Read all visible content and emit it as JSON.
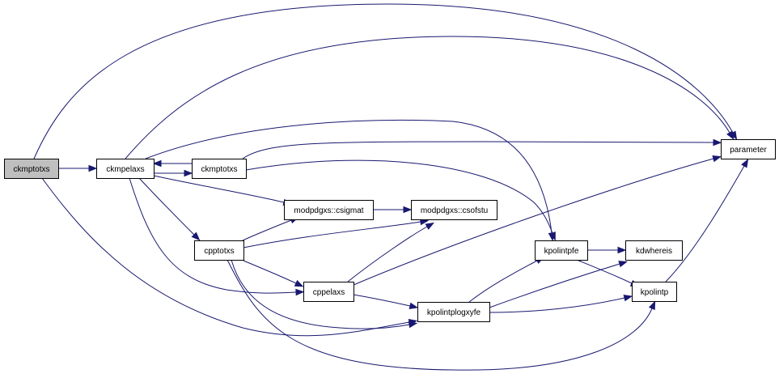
{
  "graph": {
    "colors": {
      "root_fill": "#bfbfbf",
      "node_fill": "#ffffff",
      "edge": "#191970"
    },
    "nodes": [
      {
        "id": "root",
        "label": "ckmptotxs",
        "root": true
      },
      {
        "id": "ckmpelaxs",
        "label": "ckmpelaxs"
      },
      {
        "id": "ckmptotxs2",
        "label": "ckmptotxs"
      },
      {
        "id": "parameter",
        "label": "parameter"
      },
      {
        "id": "csigmat",
        "label": "modpdgxs::csigmat"
      },
      {
        "id": "csofstu",
        "label": "modpdgxs::csofstu"
      },
      {
        "id": "cpptotxs",
        "label": "cpptotxs"
      },
      {
        "id": "cppelaxs",
        "label": "cppelaxs"
      },
      {
        "id": "kpolintpfe",
        "label": "kpolintpfe"
      },
      {
        "id": "kdwhereis",
        "label": "kdwhereis"
      },
      {
        "id": "kpolintp",
        "label": "kpolintp"
      },
      {
        "id": "kpolintplogxyfe",
        "label": "kpolintplogxyfe"
      }
    ],
    "edges": [
      {
        "from": "root",
        "to": "ckmpelaxs"
      },
      {
        "from": "root",
        "to": "parameter"
      },
      {
        "from": "root",
        "to": "kpolintplogxyfe"
      },
      {
        "from": "ckmpelaxs",
        "to": "ckmptotxs2"
      },
      {
        "from": "ckmptotxs2",
        "to": "ckmpelaxs"
      },
      {
        "from": "ckmpelaxs",
        "to": "parameter"
      },
      {
        "from": "ckmpelaxs",
        "to": "kpolintpfe"
      },
      {
        "from": "ckmpelaxs",
        "to": "csigmat"
      },
      {
        "from": "ckmpelaxs",
        "to": "cpptotxs"
      },
      {
        "from": "ckmpelaxs",
        "to": "cppelaxs"
      },
      {
        "from": "ckmptotxs2",
        "to": "parameter"
      },
      {
        "from": "ckmptotxs2",
        "to": "kpolintpfe"
      },
      {
        "from": "csigmat",
        "to": "csofstu"
      },
      {
        "from": "cpptotxs",
        "to": "csigmat"
      },
      {
        "from": "cpptotxs",
        "to": "csofstu"
      },
      {
        "from": "cpptotxs",
        "to": "cppelaxs"
      },
      {
        "from": "cpptotxs",
        "to": "kpolintplogxyfe"
      },
      {
        "from": "cpptotxs",
        "to": "kpolintp"
      },
      {
        "from": "cppelaxs",
        "to": "csofstu"
      },
      {
        "from": "cppelaxs",
        "to": "parameter"
      },
      {
        "from": "cppelaxs",
        "to": "kpolintplogxyfe"
      },
      {
        "from": "kpolintplogxyfe",
        "to": "kpolintpfe"
      },
      {
        "from": "kpolintplogxyfe",
        "to": "kdwhereis"
      },
      {
        "from": "kpolintplogxyfe",
        "to": "kpolintp"
      },
      {
        "from": "kpolintpfe",
        "to": "kdwhereis"
      },
      {
        "from": "kpolintpfe",
        "to": "kpolintp"
      },
      {
        "from": "kpolintp",
        "to": "parameter"
      }
    ]
  }
}
